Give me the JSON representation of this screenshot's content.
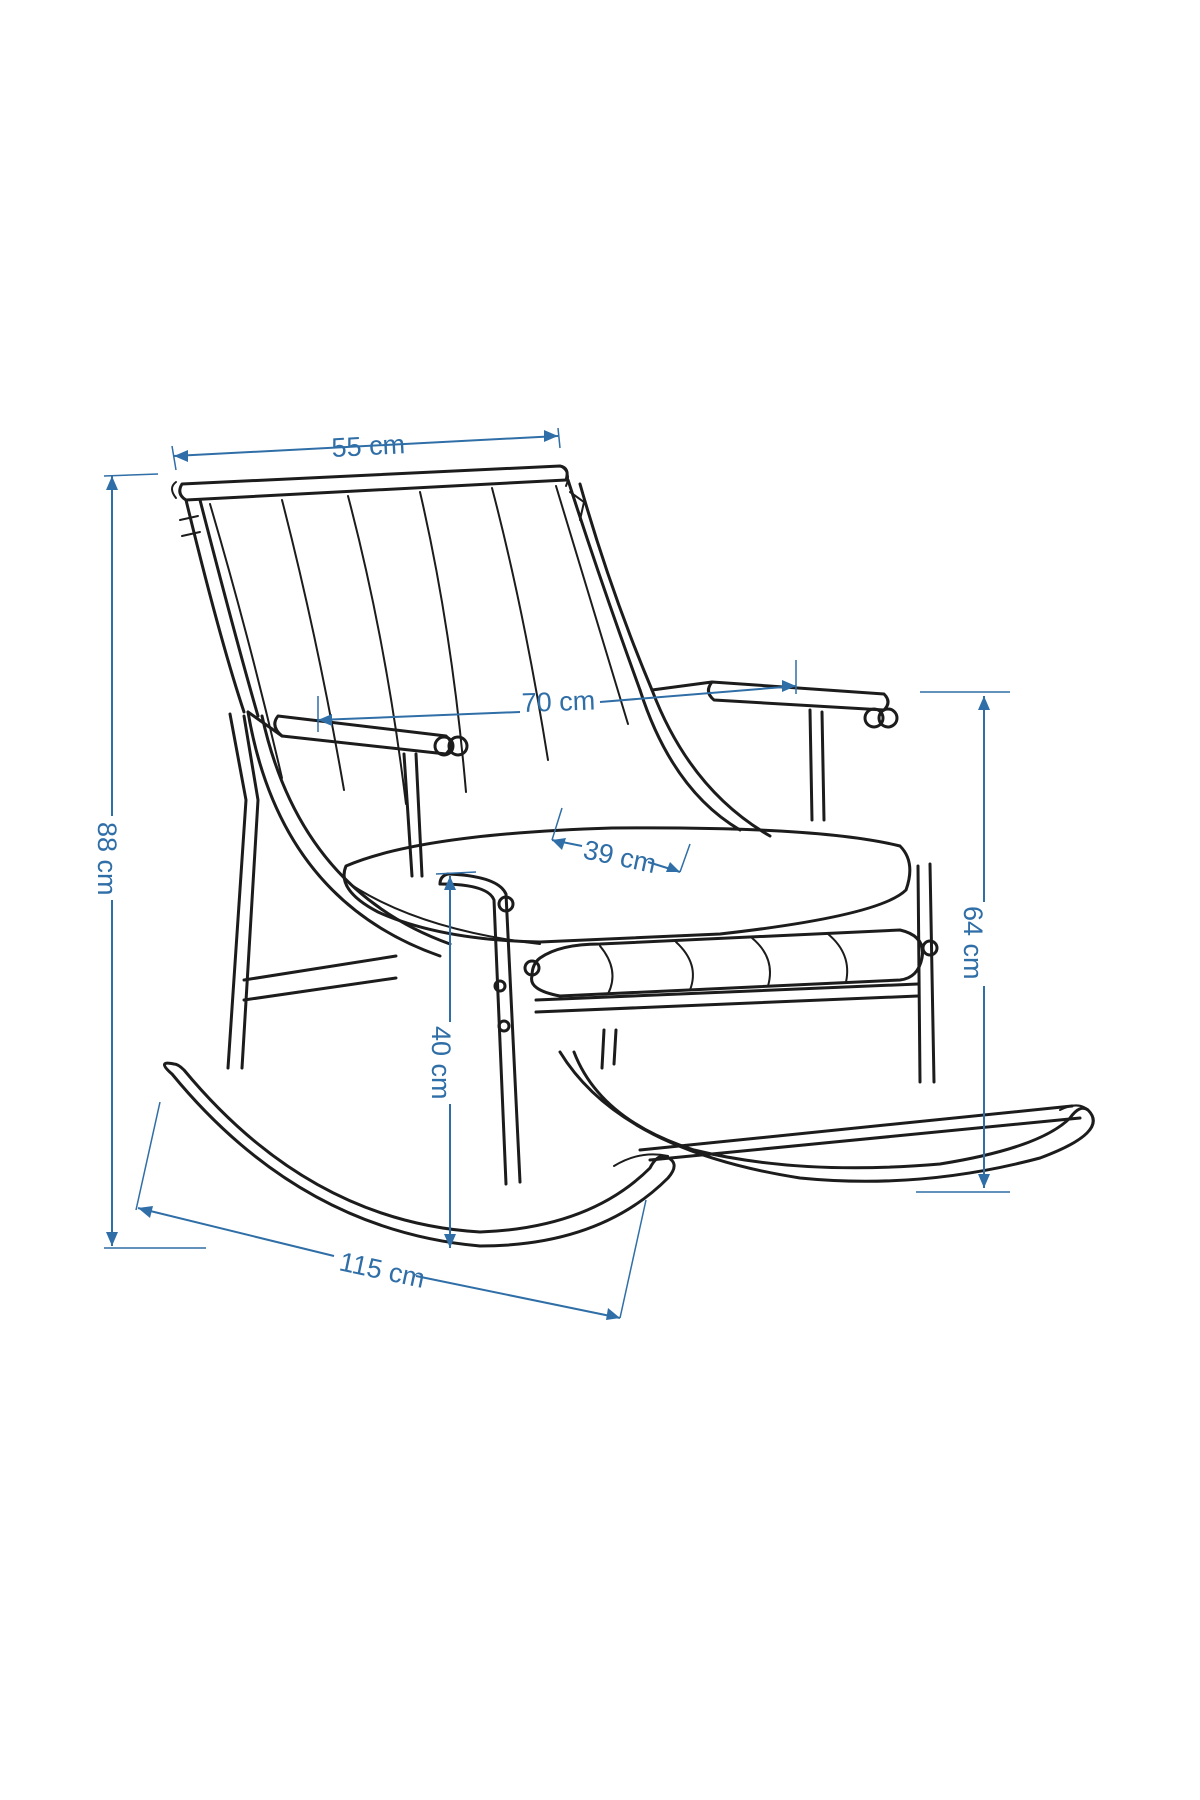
{
  "diagram": {
    "subject": "rocking-chair",
    "line_color": "#1c1c1c",
    "dimension_color": "#2f6ea6",
    "dimensions": {
      "backrest_width": "55 cm",
      "overall_width": "70 cm",
      "seat_depth": "39 cm",
      "overall_height": "88 cm",
      "arm_height": "64 cm",
      "seat_height": "40 cm",
      "overall_length": "115 cm"
    }
  }
}
